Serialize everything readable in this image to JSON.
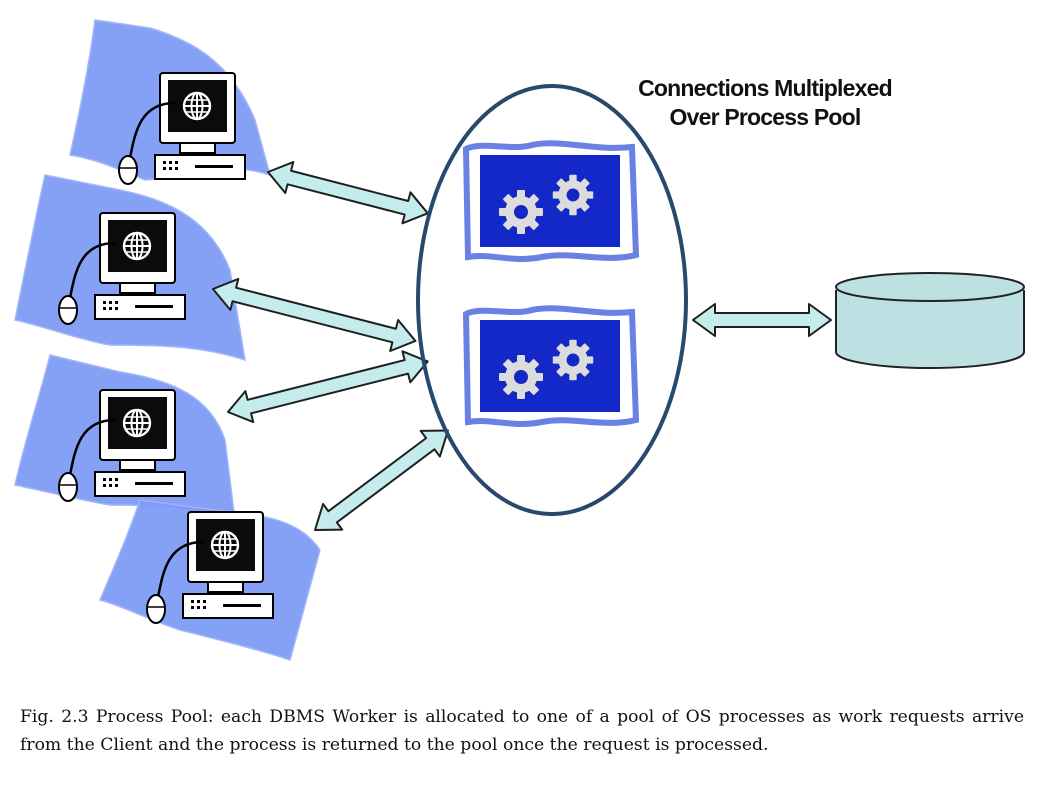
{
  "diagram": {
    "title_lines": [
      "Connections Multiplexed",
      "Over Process Pool"
    ],
    "colors": {
      "wave": "#7f9cf5",
      "monitor_screen": "#0b0b0b",
      "arrow_fill": "#c4ecec",
      "arrow_stroke": "#1f1f1f",
      "pool_ellipse": "#27496e",
      "process_box": "#1428c8",
      "gear": "#dcdcdc",
      "database": "#bde1e3"
    },
    "icons": [
      "client-computer-icon",
      "globe-icon",
      "mouse-icon",
      "keyboard-icon",
      "gears-icon",
      "database-icon"
    ]
  },
  "caption": "Fig. 2.3 Process Pool: each DBMS Worker is allocated to one of a pool of OS processes as work requests arrive from the Client and the process is returned to the pool once the request is processed."
}
